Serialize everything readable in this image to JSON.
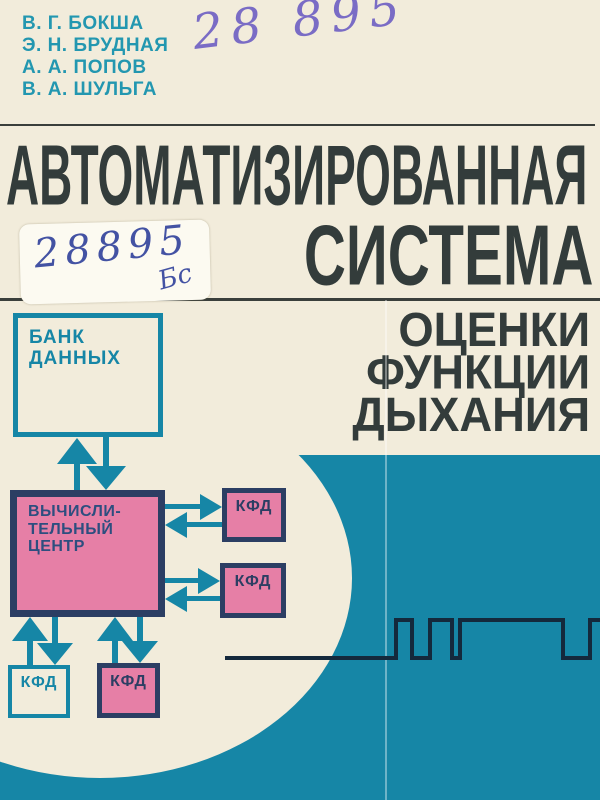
{
  "cover": {
    "handwritten_top": "28 895",
    "authors": [
      "В. Г. БОКША",
      "Э. Н. БРУДНАЯ",
      "А. А. ПОПОВ",
      "В. А. ШУЛЬГА"
    ],
    "title_line1": "АВТОМАТИЗИРОВАННАЯ",
    "title_line2": "СИСТЕМА",
    "subtitle_lines": [
      "ОЦЕНКИ",
      "ФУНКЦИИ",
      "ДЫХАНИЯ"
    ],
    "library_label": {
      "number": "28895",
      "code": "Бс"
    },
    "diagram": {
      "data_bank_lines": [
        "БАНК",
        "ДАННЫХ"
      ],
      "computing_center_lines": [
        "ВЫЧИСЛИ-",
        "ТЕЛЬНЫЙ",
        "ЦЕНТР"
      ],
      "kfd_label": "КФД"
    },
    "colors": {
      "background_cream": "#f2ecdb",
      "teal": "#1686a6",
      "title_ink": "#333c3b",
      "pink": "#e67fa6",
      "navy_border": "#2c3e63",
      "computing_center_text": "#2d4e7f",
      "handwriting_purple": "#7a6cc5",
      "handwriting_blue": "#4352a3",
      "waveform_ink": "#14293c"
    }
  }
}
